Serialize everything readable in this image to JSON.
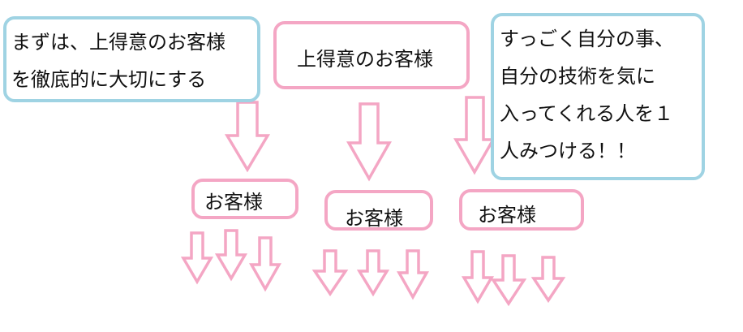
{
  "colors": {
    "blue_border": "#9fd3e3",
    "pink_border": "#f4a6c4"
  },
  "notes": {
    "left": {
      "lines": [
        "まずは、上得意のお客様",
        "を徹底的に大切にする"
      ]
    },
    "right": {
      "lines": [
        "すっごく自分の事、",
        "自分の技術を気に",
        "入ってくれる人を１",
        "人みつける！！"
      ]
    }
  },
  "top": {
    "label": "上得意のお客様"
  },
  "customers": [
    {
      "label": "お客様"
    },
    {
      "label": "お客様"
    },
    {
      "label": "お客様"
    }
  ]
}
